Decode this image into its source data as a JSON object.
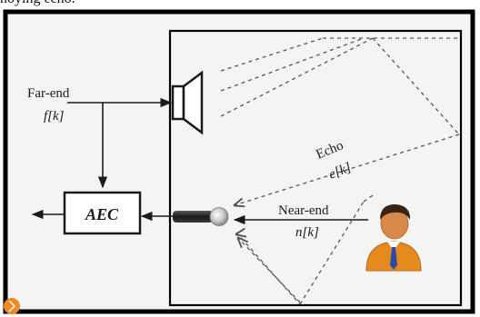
{
  "caption_fragment": "noying echo.",
  "labels": {
    "far_end": "Far-end",
    "far_end_signal": "f[k]",
    "aec": "AEC",
    "echo": "Echo",
    "echo_signal": "e[k]",
    "near_end": "Near-end",
    "near_end_signal": "n[k]"
  },
  "colors": {
    "frame": "#000000",
    "panel_bg": "#f4f4f2",
    "line": "#1a1a1a",
    "dashed": "#555555",
    "person_skin": "#d98a4a",
    "person_shirt": "#e58a1f",
    "person_hair": "#3a2314",
    "person_tie": "#2a4aa8",
    "corner_icon": "#f08a24"
  }
}
